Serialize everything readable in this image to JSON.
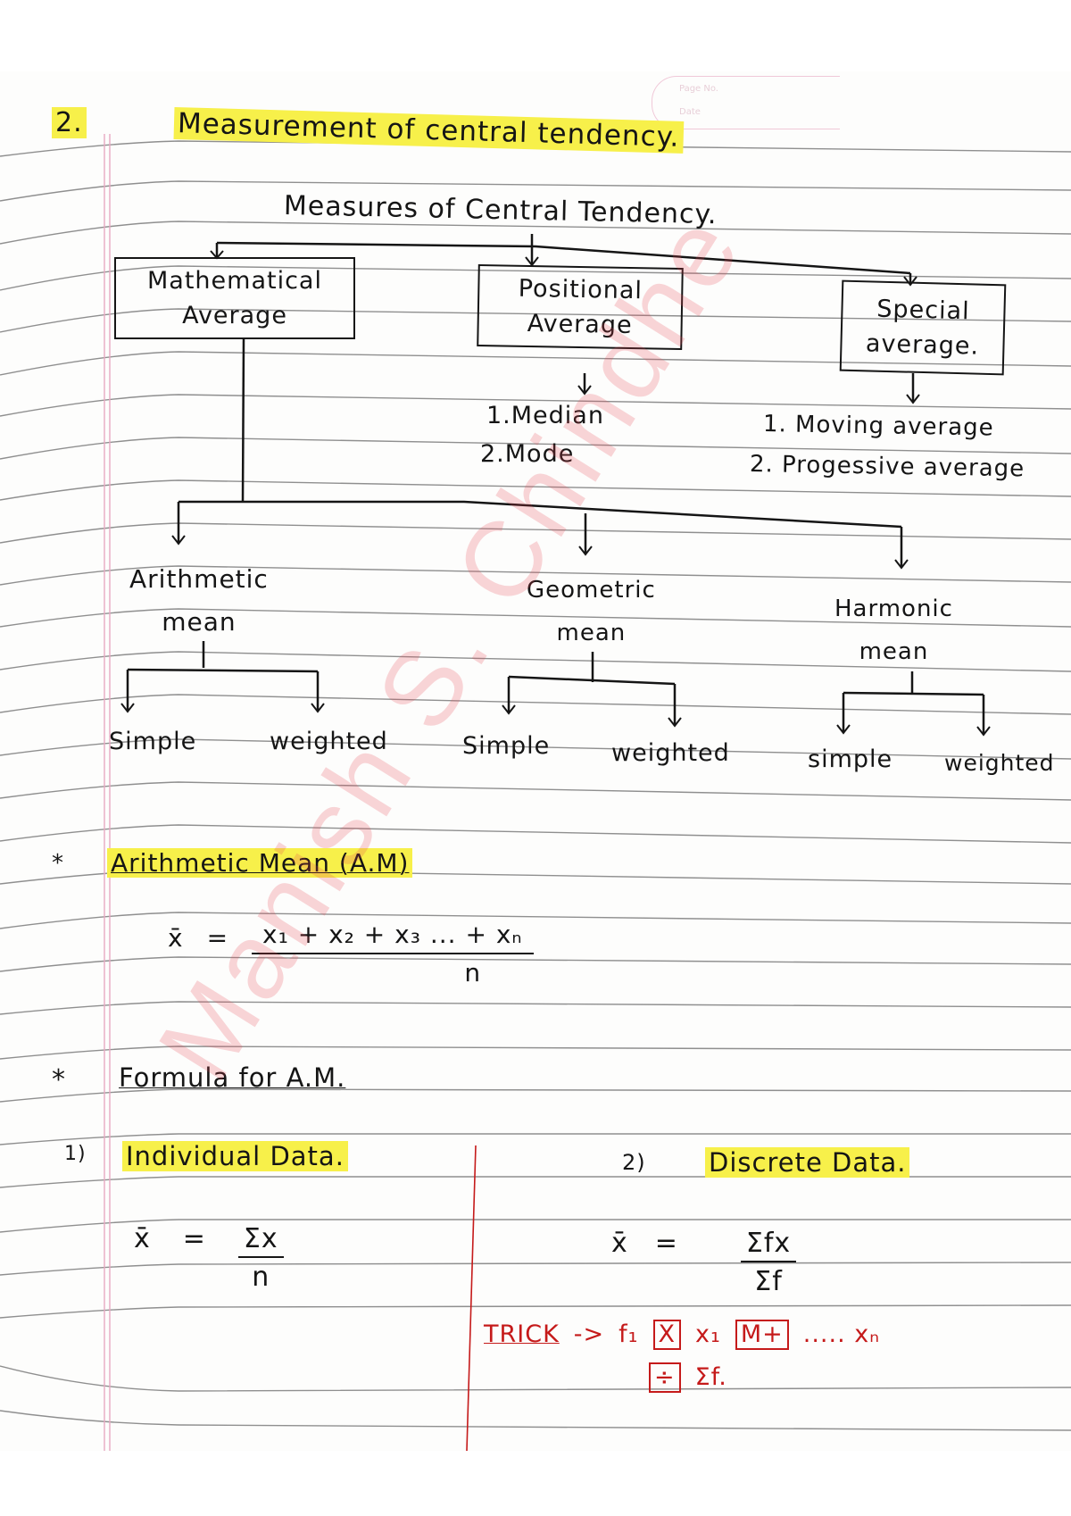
{
  "page": {
    "stamp": {
      "page_label": "Page No.",
      "date_label": "Date"
    },
    "watermark": "Manish S. Chindhe"
  },
  "heading": {
    "number": "2.",
    "title": "Measurement of central tendency."
  },
  "diagram": {
    "root": "Measures of Central Tendency.",
    "categories": [
      {
        "line1": "Mathematical",
        "line2": "Average"
      },
      {
        "line1": "Positional",
        "line2": "Average"
      },
      {
        "line1": "Special",
        "line2": "average."
      }
    ],
    "positional_items": [
      "1.Median",
      "2.Mode"
    ],
    "special_items": [
      "1. Moving average",
      "2. Progessive average"
    ],
    "means": [
      {
        "line1": "Arithmetic",
        "line2": "mean"
      },
      {
        "line1": "Geometric",
        "line2": "mean"
      },
      {
        "line1": "Harmonic",
        "line2": "mean"
      }
    ],
    "mean_types": [
      "Simple",
      "weighted",
      "Simple",
      "weighted",
      "simple",
      "weighted"
    ]
  },
  "arithmetic_mean": {
    "bullet": "*",
    "title": "Arithmetic Mean (A.M)",
    "formula": {
      "lhs": "x̄",
      "equals": "=",
      "numerator": "x₁ + x₂ + x₃ ... + xₙ",
      "denominator": "n"
    }
  },
  "formula_section": {
    "bullet": "*",
    "title": "Formula for A.M."
  },
  "individual_data": {
    "number": "1)",
    "title": "Individual Data.",
    "formula": {
      "lhs": "x̄",
      "equals": "=",
      "numerator": "Σx",
      "denominator": "n"
    }
  },
  "discrete_data": {
    "number": "2)",
    "title": "Discrete Data.",
    "formula": {
      "lhs": "x̄",
      "equals": "=",
      "numerator": "Σfx",
      "denominator": "Σf"
    }
  },
  "trick": {
    "label": "TRICK",
    "arrow": "->",
    "step1_a": "f₁",
    "key_multiply": "X",
    "step1_b": "x₁",
    "key_mplus": "M+",
    "step1_c": "..... xₙ",
    "key_divide": "÷",
    "step2": "Σf."
  },
  "colors": {
    "ink": "#151515",
    "highlight": "#f7f04a",
    "red_ink": "#c51a1a",
    "margin_line": "#e7a9c2",
    "rule_line": "#8a8a8a"
  }
}
